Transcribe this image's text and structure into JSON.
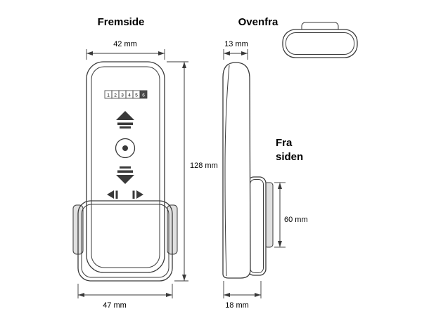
{
  "views": {
    "front": {
      "title": "Fremside",
      "dim_top_width": "42 mm",
      "dim_height": "128 mm",
      "dim_bottom_width": "47 mm",
      "channels": [
        "1",
        "2",
        "3",
        "4",
        "5",
        "6"
      ],
      "selected_channel": "6"
    },
    "top": {
      "title": "Ovenfra"
    },
    "side": {
      "title_line1": "Fra",
      "title_line2": "siden",
      "dim_depth_top": "13 mm",
      "dim_clip_height": "60 mm",
      "dim_bottom_depth": "18 mm"
    }
  },
  "colors": {
    "line": "#3a3a3a",
    "clip_shade": "#e0e0e0",
    "selected_channel_fill": "#4a4a4a",
    "background": "#ffffff"
  }
}
